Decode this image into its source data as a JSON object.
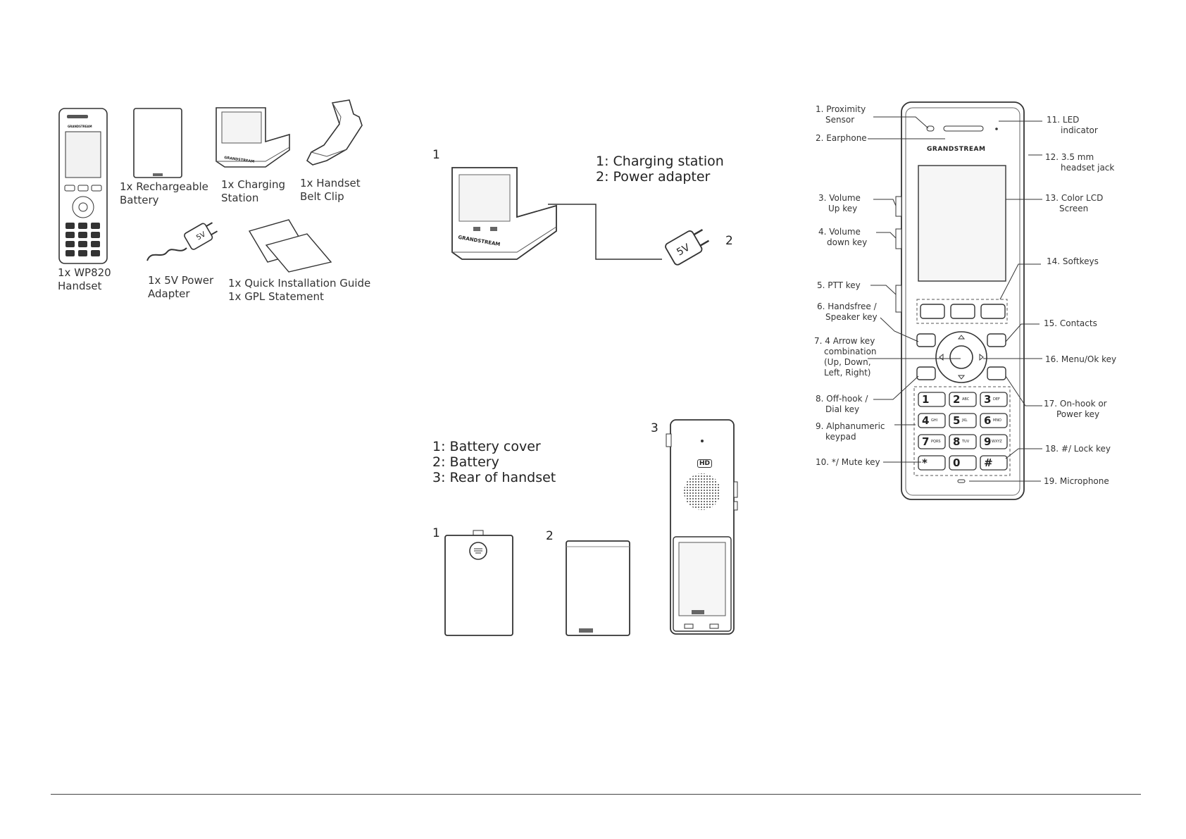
{
  "package": {
    "items": [
      {
        "qty": "1x WP820",
        "name": "Handset"
      },
      {
        "qty": "1x Rechargeable",
        "name": "Battery"
      },
      {
        "qty": "1x Charging",
        "name": "Station"
      },
      {
        "qty": "1x Handset",
        "name": "Belt Clip"
      },
      {
        "qty": "1x 5V Power",
        "name": "Adapter"
      },
      {
        "qty": "1x Quick Installation Guide",
        "name": "1x GPL Statement"
      }
    ],
    "brand_mark": "GRANDSTREAM",
    "adapter_mark": "5V"
  },
  "charging_figure": {
    "callout_1": "1",
    "callout_2": "2",
    "legend": [
      "1: Charging station",
      "2: Power adapter"
    ],
    "adapter_mark": "5V",
    "brand_mark": "GRANDSTREAM"
  },
  "battery_figure": {
    "legend": [
      "1: Battery cover",
      "2: Battery",
      "3: Rear of handset"
    ],
    "callout_1": "1",
    "callout_2": "2",
    "callout_3": "3",
    "hd_mark": "HD"
  },
  "handset_diagram": {
    "brand_mark": "GRANDSTREAM",
    "left_labels": [
      {
        "line1": "1. Proximity",
        "line2": "Sensor"
      },
      {
        "line1": "2. Earphone",
        "line2": ""
      },
      {
        "line1": "3. Volume",
        "line2": "Up key"
      },
      {
        "line1": "4. Volume",
        "line2": "down key"
      },
      {
        "line1": "5. PTT key",
        "line2": ""
      },
      {
        "line1": "6. Handsfree /",
        "line2": "Speaker key"
      },
      {
        "line1": "7. 4 Arrow key",
        "line2": "combination",
        "line3": "(Up, Down,",
        "line4": "Left, Right)"
      },
      {
        "line1": "8. Off-hook /",
        "line2": "Dial key"
      },
      {
        "line1": "9. Alphanumeric",
        "line2": "keypad"
      },
      {
        "line1": "10. */ Mute key",
        "line2": ""
      }
    ],
    "right_labels": [
      {
        "line1": "11. LED",
        "line2": "indicator"
      },
      {
        "line1": "12. 3.5 mm",
        "line2": "headset jack"
      },
      {
        "line1": "13. Color LCD",
        "line2": "Screen"
      },
      {
        "line1": "14. Softkeys",
        "line2": ""
      },
      {
        "line1": "15. Contacts",
        "line2": ""
      },
      {
        "line1": "16. Menu/Ok key",
        "line2": ""
      },
      {
        "line1": "17. On-hook or",
        "line2": "Power key"
      },
      {
        "line1": "18. #/ Lock key",
        "line2": ""
      },
      {
        "line1": "19. Microphone",
        "line2": ""
      }
    ],
    "keys": [
      "1",
      "2",
      "3",
      "4",
      "5",
      "6",
      "7",
      "8",
      "9",
      "*",
      "0",
      "#"
    ],
    "key_letters": [
      "",
      "ABC",
      "DEF",
      "GHI",
      "JKL",
      "MNO",
      "PQRS",
      "TUV",
      "WXYZ",
      "",
      "",
      ""
    ]
  }
}
